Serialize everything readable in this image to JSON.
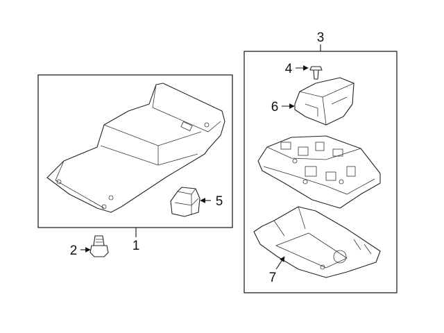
{
  "callouts": [
    {
      "id": "1",
      "label": "1"
    },
    {
      "id": "2",
      "label": "2"
    },
    {
      "id": "3",
      "label": "3"
    },
    {
      "id": "4",
      "label": "4"
    },
    {
      "id": "5",
      "label": "5"
    },
    {
      "id": "6",
      "label": "6"
    },
    {
      "id": "7",
      "label": "7"
    }
  ],
  "colors": {
    "line": "#222222",
    "background": "#ffffff"
  }
}
